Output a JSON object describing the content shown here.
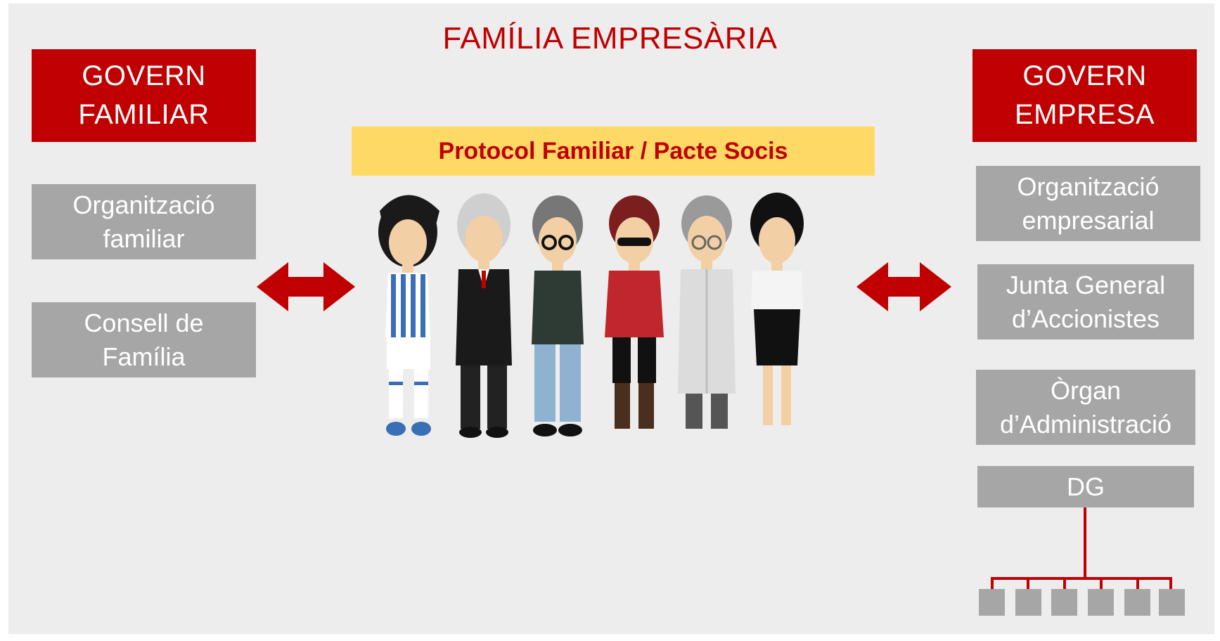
{
  "title": "FAMÍLIA EMPRESÀRIA",
  "left_header": {
    "line1": "GOVERN",
    "line2": "FAMILIAR"
  },
  "left_boxes": [
    {
      "line1": "Organització",
      "line2": "familiar"
    },
    {
      "line1": "Consell de",
      "line2": "Família"
    }
  ],
  "right_header": {
    "line1": "GOVERN",
    "line2": "EMPRESA"
  },
  "right_boxes": [
    {
      "line1": "Organització",
      "line2": "empresarial"
    },
    {
      "line1": "Junta General",
      "line2": "d’Accionistes"
    },
    {
      "line1": "Òrgan",
      "line2": "d’Administració"
    },
    {
      "line1": "DG"
    }
  ],
  "banner": "Protocol Familiar / Pacte Socis",
  "colors": {
    "red": "#c00000",
    "grey": "#a6a6a6",
    "yellow": "#ffd966",
    "background": "#ededed"
  },
  "icons": [
    "double-arrow-icon",
    "person-footballer-icon",
    "person-suit-icon",
    "person-glasses-icon",
    "person-sunglasses-icon",
    "person-doctor-icon",
    "person-businesswoman-icon"
  ]
}
